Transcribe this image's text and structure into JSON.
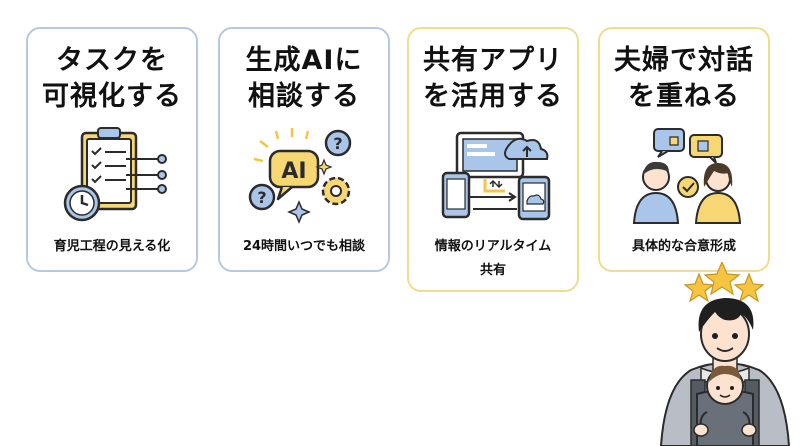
{
  "cards": [
    {
      "title_lines": [
        "タスクを",
        "可視化する"
      ],
      "caption_lines": [
        "育児工程の見える化"
      ],
      "accent": "#b7c9e2",
      "icon": "checklist-clock-icon"
    },
    {
      "title_lines": [
        "生成AIに",
        "相談する"
      ],
      "caption_lines": [
        "24時間いつでも相談"
      ],
      "icon_text": "AI",
      "accent": "#b7c9e2",
      "icon": "ai-chat-icon"
    },
    {
      "title_lines": [
        "共有アプリ",
        "を活用する"
      ],
      "caption_lines": [
        "情報のリアルタイム",
        "共有"
      ],
      "accent": "#f0dc8c",
      "icon": "shared-devices-cloud-icon"
    },
    {
      "title_lines": [
        "夫婦で対話",
        "を重ねる"
      ],
      "caption_lines": [
        "具体的な合意形成"
      ],
      "accent": "#f0dc8c",
      "icon": "couple-dialogue-icon"
    }
  ],
  "colors": {
    "icon_blue": "#a9c6ea",
    "icon_yellow": "#f6d774",
    "outline": "#2b2b2b",
    "star": "#f5c542"
  }
}
